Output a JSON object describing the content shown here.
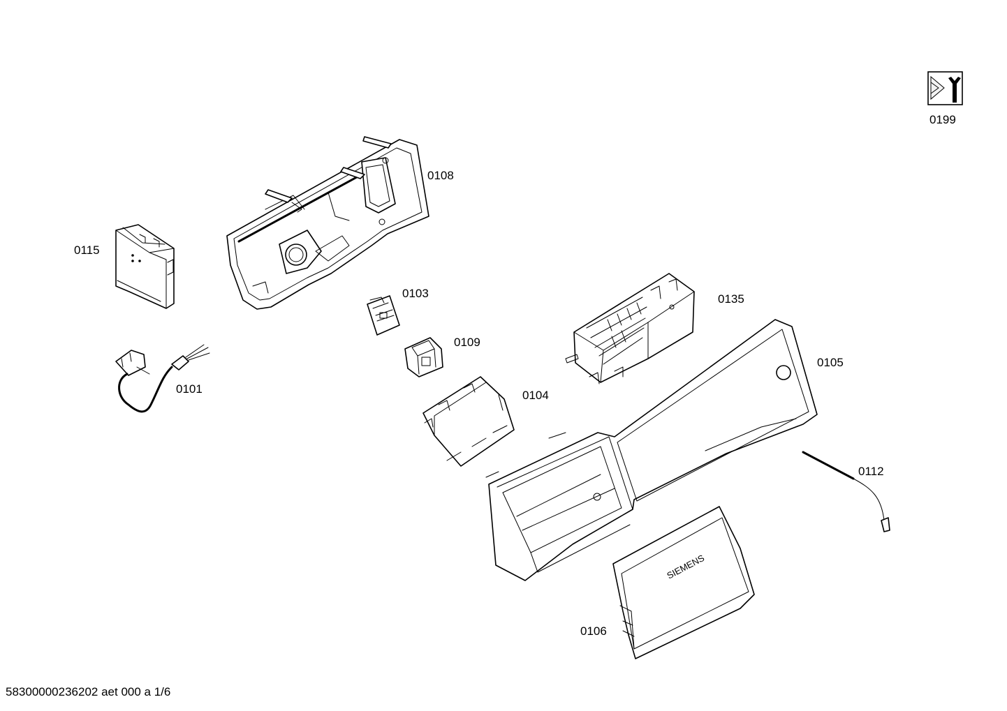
{
  "labels": {
    "p0199": "0199",
    "p0108": "0108",
    "p0115": "0115",
    "p0103": "0103",
    "p0135": "0135",
    "p0109": "0109",
    "p0101": "0101",
    "p0105": "0105",
    "p0104": "0104",
    "p0112": "0112",
    "p0106": "0106"
  },
  "brand_text": "SIEMENS",
  "footer_text": "58300000236202 aet 000 a 1/6",
  "icon_0199": "wrench-tool-icon"
}
